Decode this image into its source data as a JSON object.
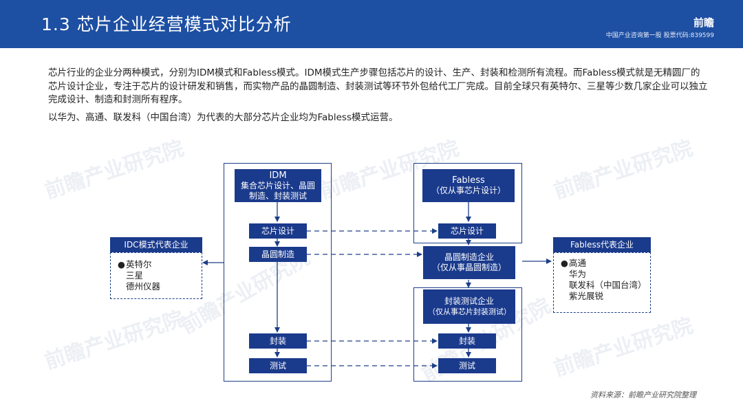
{
  "header": {
    "title": "1.3  芯片企业经营模式对比分析",
    "logo": "前瞻",
    "subtitle": "中国产业咨询第一股  股票代码:839599"
  },
  "intro": {
    "para1": "芯片行业的企业分两种模式，分别为IDM模式和Fabless模式。IDM模式生产步骤包括芯片的设计、生产、封装和检测所有流程。而Fabless模式就是无精圆厂的芯片设计企业，专注于芯片的设计研发和销售，而实物产品的晶圆制造、封装测试等环节外包给代工厂完成。目前全球只有英特尔、三星等少数几家企业可以独立完成设计、制造和封测所有程序。",
    "para2": "以华为、高通、联发科（中国台湾）为代表的大部分芯片企业均为Fabless模式运营。"
  },
  "watermark": "前瞻产业研究院",
  "diagram": {
    "idm": {
      "header_title": "IDM",
      "header_desc": "集合芯片设计、晶圆制造、封装测试",
      "steps": [
        "芯片设计",
        "晶圆制造",
        "封装",
        "测试"
      ]
    },
    "fabless": {
      "header_title": "Fabless",
      "header_desc": "（仅从事芯片设计）",
      "design": "芯片设计",
      "wafer_title": "晶圆制造企业",
      "wafer_desc": "（仅从事晶圆制造）",
      "packtest_title": "封装测试企业",
      "packtest_desc": "（仅从事芯片封装测试）",
      "pack": "封装",
      "test": "测试"
    },
    "idc_panel": {
      "title": "IDC模式代表企业",
      "items": [
        "英特尔",
        "三星",
        "德州仪器"
      ]
    },
    "fabless_panel": {
      "title": "Fabless代表企业",
      "items": [
        "高通",
        "华为",
        "联发科（中国台湾）",
        "紫光展锐"
      ]
    }
  },
  "source": "资料来源：前瞻产业研究院整理",
  "colors": {
    "header_bg": "#1d4fa3",
    "box_bg": "#1a3a8c",
    "line": "#1d3f86"
  }
}
